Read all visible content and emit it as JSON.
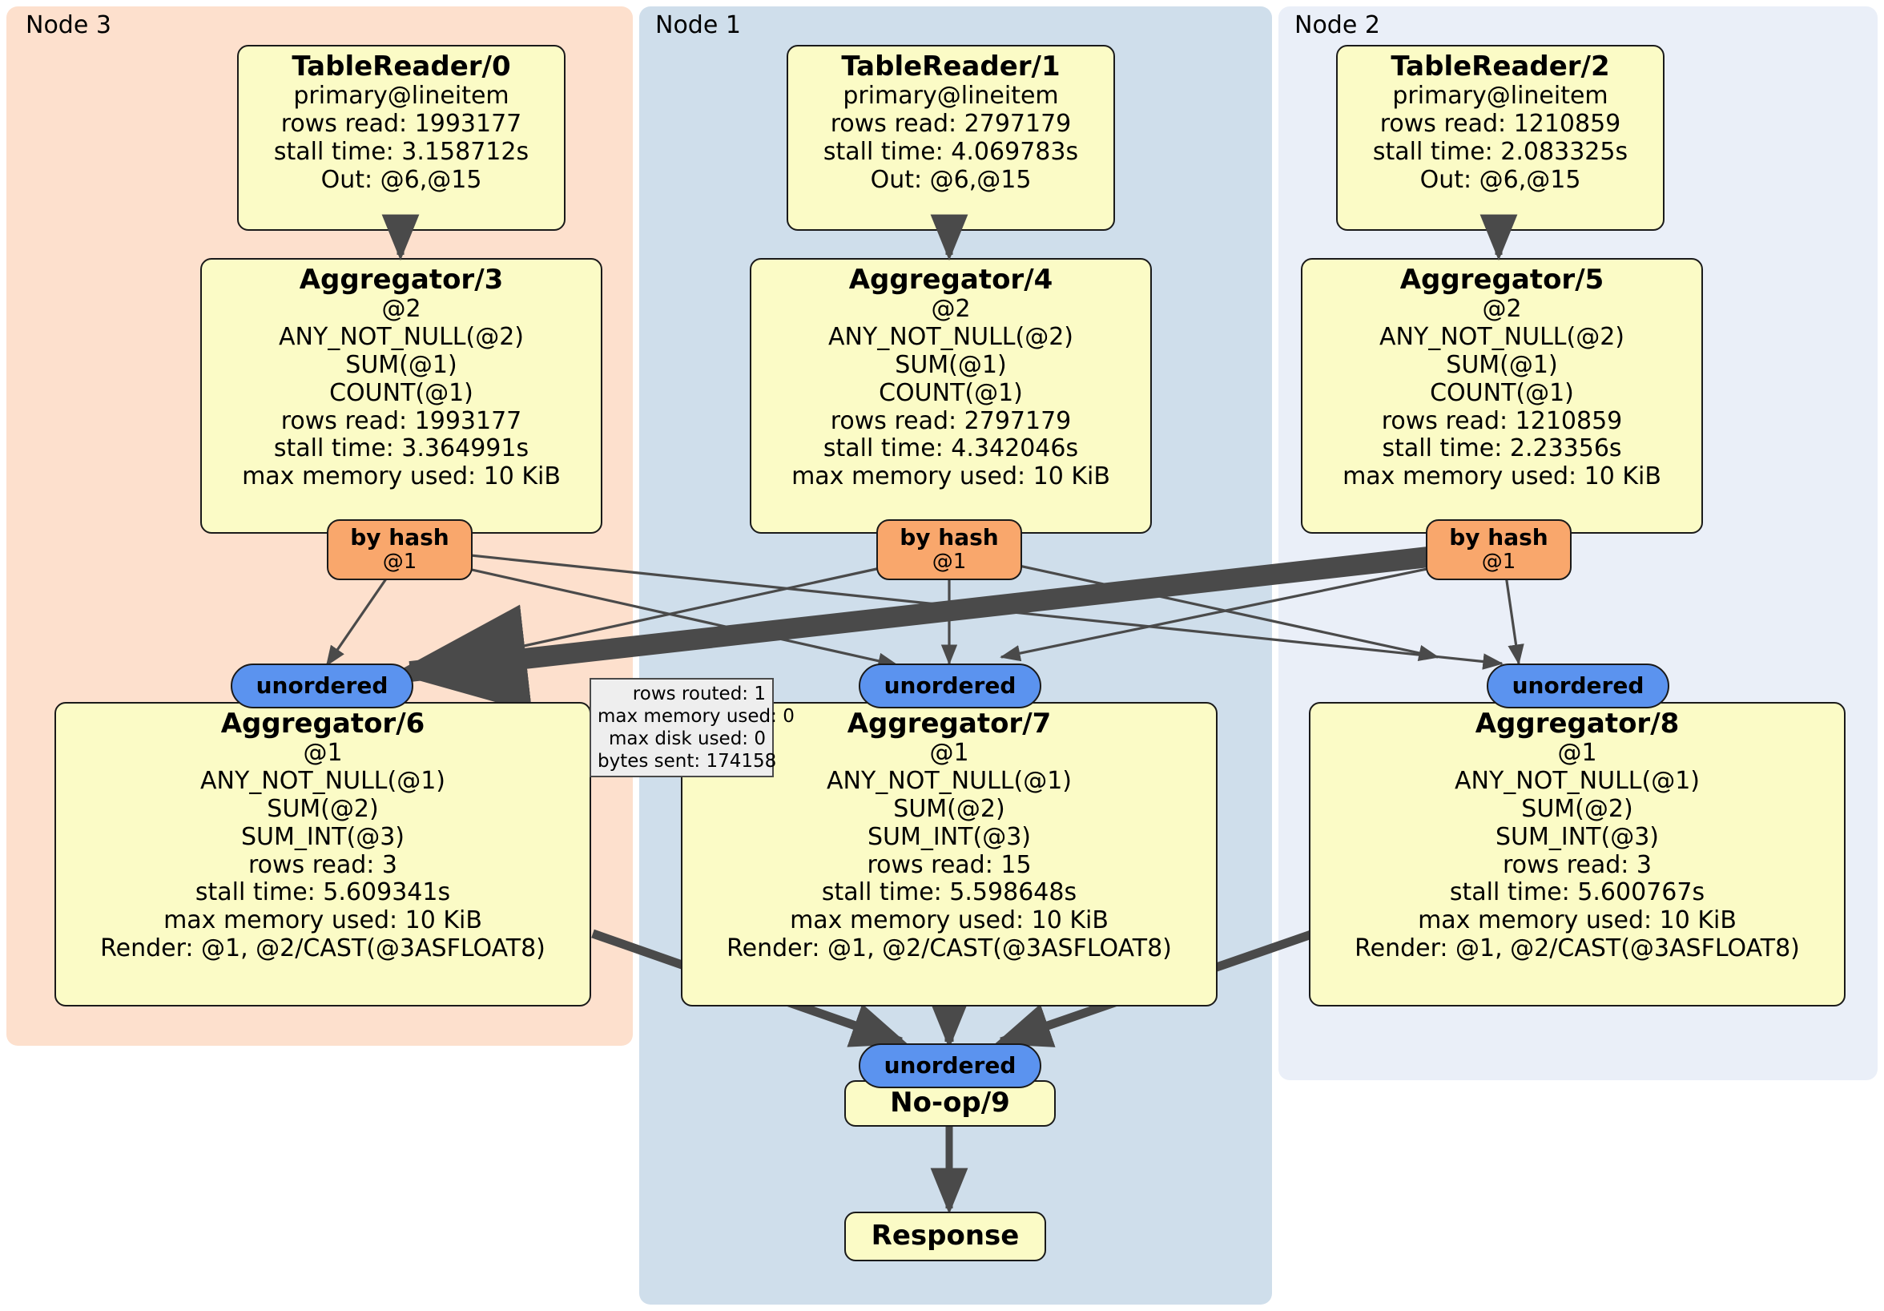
{
  "diagram": {
    "type": "distributed-query-execution-plan",
    "colors": {
      "node3_panel": "#fde0cd",
      "node1_panel": "#cfdeeb",
      "node2_panel": "#eaeff8",
      "box_fill": "#fbfbc6",
      "hash_router": "#f9a76c",
      "unordered_stream": "#5b93ef",
      "stats_box": "#eeeeee",
      "edge": "#4a4a4a"
    }
  },
  "clusters": [
    {
      "id": "node3",
      "label": "Node 3"
    },
    {
      "id": "node1",
      "label": "Node 1"
    },
    {
      "id": "node2",
      "label": "Node 2"
    }
  ],
  "processors": {
    "table_readers": [
      {
        "title": "TableReader/0",
        "lines": [
          "primary@lineitem",
          "rows read: 1993177",
          "stall time: 3.158712s",
          "Out: @6,@15"
        ]
      },
      {
        "title": "TableReader/1",
        "lines": [
          "primary@lineitem",
          "rows read: 2797179",
          "stall time: 4.069783s",
          "Out: @6,@15"
        ]
      },
      {
        "title": "TableReader/2",
        "lines": [
          "primary@lineitem",
          "rows read: 1210859",
          "stall time: 2.083325s",
          "Out: @6,@15"
        ]
      }
    ],
    "local_aggregators": [
      {
        "title": "Aggregator/3",
        "lines": [
          "@2",
          "ANY_NOT_NULL(@2)",
          "SUM(@1)",
          "COUNT(@1)",
          "rows read: 1993177",
          "stall time: 3.364991s",
          "max memory used: 10 KiB"
        ]
      },
      {
        "title": "Aggregator/4",
        "lines": [
          "@2",
          "ANY_NOT_NULL(@2)",
          "SUM(@1)",
          "COUNT(@1)",
          "rows read: 2797179",
          "stall time: 4.342046s",
          "max memory used: 10 KiB"
        ]
      },
      {
        "title": "Aggregator/5",
        "lines": [
          "@2",
          "ANY_NOT_NULL(@2)",
          "SUM(@1)",
          "COUNT(@1)",
          "rows read: 1210859",
          "stall time: 2.23356s",
          "max memory used: 10 KiB"
        ]
      }
    ],
    "final_aggregators": [
      {
        "title": "Aggregator/6",
        "lines": [
          "@1",
          "ANY_NOT_NULL(@1)",
          "SUM(@2)",
          "SUM_INT(@3)",
          "rows read: 3",
          "stall time: 5.609341s",
          "max memory used: 10 KiB",
          "Render: @1, @2/CAST(@3ASFLOAT8)"
        ]
      },
      {
        "title": "Aggregator/7",
        "lines": [
          "@1",
          "ANY_NOT_NULL(@1)",
          "SUM(@2)",
          "SUM_INT(@3)",
          "rows read: 15",
          "stall time: 5.598648s",
          "max memory used: 10 KiB",
          "Render: @1, @2/CAST(@3ASFLOAT8)"
        ]
      },
      {
        "title": "Aggregator/8",
        "lines": [
          "@1",
          "ANY_NOT_NULL(@1)",
          "SUM(@2)",
          "SUM_INT(@3)",
          "rows read: 3",
          "stall time: 5.600767s",
          "max memory used: 10 KiB",
          "Render: @1, @2/CAST(@3ASFLOAT8)"
        ]
      }
    ],
    "noop": {
      "title": "No-op/9"
    },
    "response": {
      "title": "Response"
    }
  },
  "routers": [
    {
      "type": "by hash",
      "column": "@1"
    },
    {
      "type": "by hash",
      "column": "@1"
    },
    {
      "type": "by hash",
      "column": "@1"
    }
  ],
  "streams": [
    {
      "label": "unordered"
    },
    {
      "label": "unordered"
    },
    {
      "label": "unordered"
    },
    {
      "label": "unordered"
    }
  ],
  "stats_popup": {
    "lines": [
      "rows routed: 1",
      "max memory used: 0",
      "max disk used: 0",
      "bytes sent: 174158"
    ]
  }
}
